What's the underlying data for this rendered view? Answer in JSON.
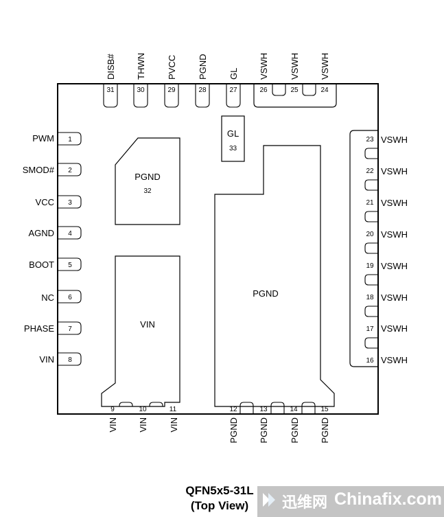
{
  "left_pins": [
    {
      "num": "1",
      "name": "PWM"
    },
    {
      "num": "2",
      "name": "SMOD#"
    },
    {
      "num": "3",
      "name": "VCC"
    },
    {
      "num": "4",
      "name": "AGND"
    },
    {
      "num": "5",
      "name": "BOOT"
    },
    {
      "num": "6",
      "name": "NC"
    },
    {
      "num": "7",
      "name": "PHASE"
    },
    {
      "num": "8",
      "name": "VIN"
    }
  ],
  "bottom_pins": [
    {
      "num": "9",
      "name": "VIN"
    },
    {
      "num": "10",
      "name": "VIN"
    },
    {
      "num": "11",
      "name": "VIN"
    },
    {
      "num": "12",
      "name": "PGND"
    },
    {
      "num": "13",
      "name": "PGND"
    },
    {
      "num": "14",
      "name": "PGND"
    },
    {
      "num": "15",
      "name": "PGND"
    }
  ],
  "right_pins": [
    {
      "num": "16",
      "name": "VSWH"
    },
    {
      "num": "17",
      "name": "VSWH"
    },
    {
      "num": "18",
      "name": "VSWH"
    },
    {
      "num": "19",
      "name": "VSWH"
    },
    {
      "num": "20",
      "name": "VSWH"
    },
    {
      "num": "21",
      "name": "VSWH"
    },
    {
      "num": "22",
      "name": "VSWH"
    },
    {
      "num": "23",
      "name": "VSWH"
    }
  ],
  "top_pins": [
    {
      "num": "24",
      "name": "VSWH"
    },
    {
      "num": "25",
      "name": "VSWH"
    },
    {
      "num": "26",
      "name": "VSWH"
    },
    {
      "num": "27",
      "name": "GL"
    },
    {
      "num": "28",
      "name": "PGND"
    },
    {
      "num": "29",
      "name": "PVCC"
    },
    {
      "num": "30",
      "name": "THWN"
    },
    {
      "num": "31",
      "name": "DISB#"
    }
  ],
  "pads": {
    "gl": {
      "name": "GL",
      "num": "33"
    },
    "pgnd_small": {
      "name": "PGND",
      "num": "32"
    },
    "vin": {
      "name": "VIN"
    },
    "pgnd_large": {
      "name": "PGND"
    }
  },
  "caption": {
    "line1": "QFN5x5-31L",
    "line2": "(Top View)"
  },
  "watermark": {
    "cn": "迅维网",
    "en": "Chinafix.com"
  }
}
